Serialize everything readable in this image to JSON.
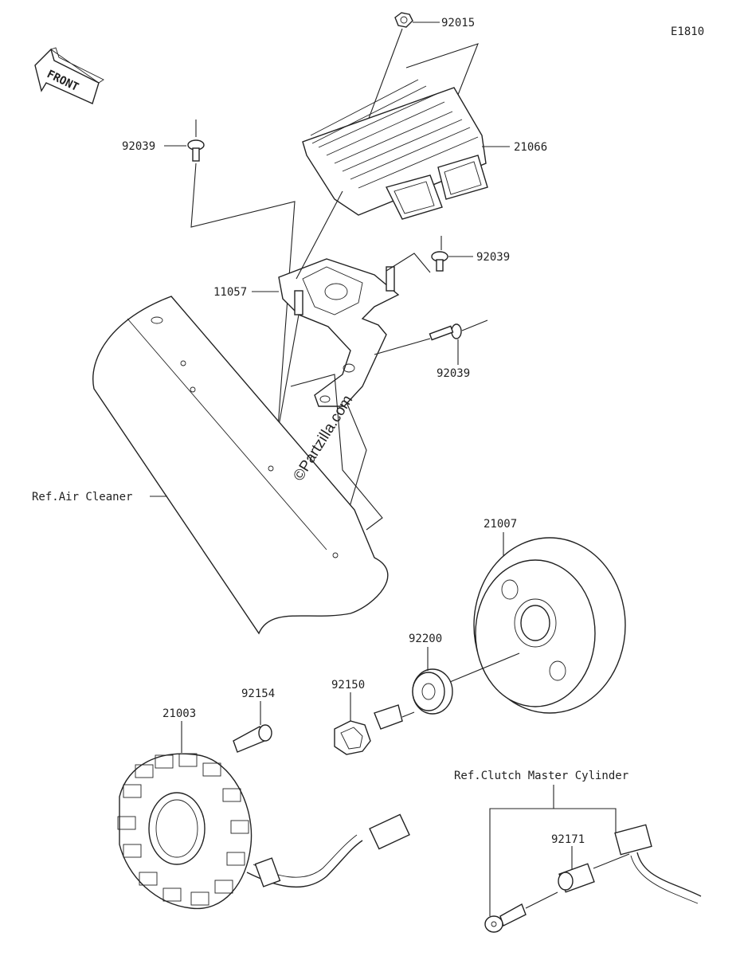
{
  "diagram_code": "E1810",
  "front_label": "FRONT",
  "watermark": "©Partzilla.com",
  "callouts": {
    "nut_92015": "92015",
    "regulator_21066": "21066",
    "pin_92039_left": "92039",
    "pin_92039_right": "92039",
    "pin_92039_lower": "92039",
    "bracket_11057": "11057",
    "ref_air_cleaner": "Ref.Air Cleaner",
    "rotor_21007": "21007",
    "washer_92200": "92200",
    "bolt_92150": "92150",
    "bolt_92154": "92154",
    "stator_21003": "21003",
    "ref_clutch_master_cylinder": "Ref.Clutch Master Cylinder",
    "clamp_92171": "92171"
  }
}
